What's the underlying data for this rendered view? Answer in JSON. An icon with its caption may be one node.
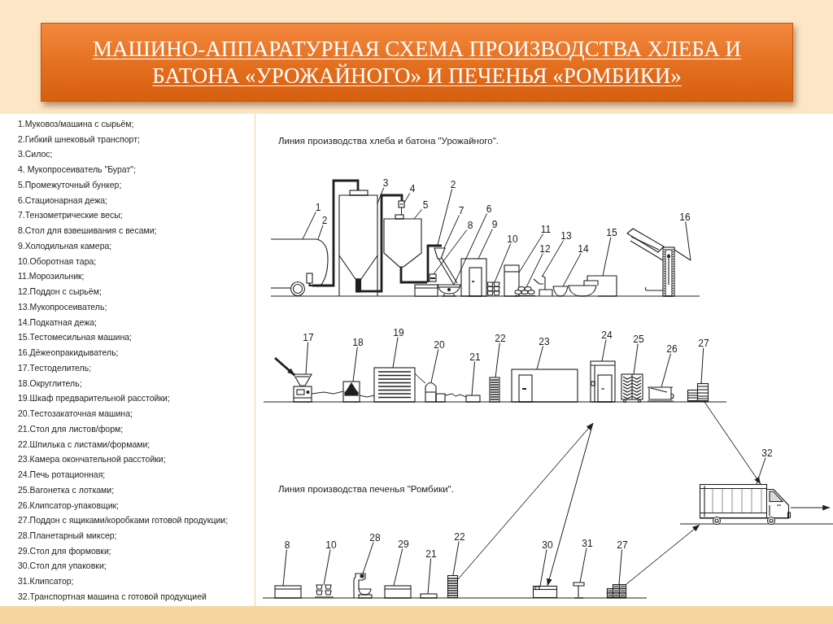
{
  "diagram": {
    "title": "МАШИНО-АППАРАТУРНАЯ СХЕМА ПРОИЗВОДСТВА ХЛЕБА И БАТОНА «УРОЖАЙНОГО» И ПЕЧЕНЬЯ «РОМБИКИ»",
    "nodes": [
      {
        "text": [
          "1"
        ]
      },
      {
        "text": [],
        "shape": "picture"
      },
      {
        "text": [
          "2"
        ]
      },
      {
        "text": [],
        "shape": "picture"
      },
      {
        "text": [
          "3"
        ]
      },
      {
        "text": [],
        "shape": "picture"
      },
      {
        "text": [
          "4"
        ]
      },
      {
        "text": [],
        "shape": "picture"
      },
      {
        "text": [
          "2"
        ]
      },
      {
        "text": [],
        "shape": "picture"
      },
      {
        "text": [
          "5"
        ]
      },
      {
        "text": [],
        "shape": "picture"
      },
      {
        "text": [
          "7"
        ]
      },
      {
        "text": [],
        "shape": "picture"
      },
      {
        "text": [
          "6"
        ]
      },
      {
        "text": [],
        "shape": "picture"
      },
      {
        "text": [
          "8"
        ]
      },
      {
        "text": [],
        "shape": "picture"
      },
      {
        "text": [
          "9"
        ]
      },
      {
        "text": [],
        "shape": "picture"
      },
      {
        "text": [
          "10"
        ]
      },
      {
        "text": [],
        "shape": "picture"
      },
      {
        "text": [
          "11"
        ]
      },
      {
        "text": [],
        "shape": "picture"
      },
      {
        "text": [
          "12"
        ]
      },
      {
        "text": [],
        "shape": "picture"
      },
      {
        "text": [
          "13"
        ]
      },
      {
        "text": [],
        "shape": "picture"
      },
      {
        "text": [
          "14"
        ]
      },
      {
        "text": [],
        "shape": "picture"
      },
      {
        "text": [
          "15"
        ]
      },
      {
        "text": [],
        "shape": "picture"
      },
      {
        "text": [
          "16"
        ]
      },
      {
        "text": [],
        "shape": "picture"
      },
      {
        "text": [
          "17"
        ]
      },
      {
        "text": [],
        "shape": "picture"
      },
      {
        "text": [
          "18"
        ]
      },
      {
        "text": [],
        "shape": "picture"
      },
      {
        "text": [
          "19"
        ]
      },
      {
        "text": [],
        "shape": "picture"
      },
      {
        "text": [
          "20"
        ]
      },
      {
        "text": [],
        "shape": "picture"
      },
      {
        "text": [
          "21"
        ]
      },
      {
        "text": [],
        "shape": "box"
      },
      {
        "text": [
          "22"
        ]
      },
      {
        "text": [],
        "shape": "picture"
      },
      {
        "text": [
          "23"
        ]
      },
      {
        "text": [],
        "shape": "picture"
      },
      {
        "text": [
          "24"
        ]
      },
      {
        "text": [],
        "shape": "picture"
      },
      {
        "text": [
          "25"
        ]
      },
      {
        "text": [],
        "shape": "picture"
      },
      {
        "text": [
          "26"
        ]
      },
      {
        "text": [],
        "shape": "picture"
      },
      {
        "text": [
          "27"
        ]
      },
      {
        "text": [],
        "shape": "picture"
      },
      {
        "text": [
          "8"
        ]
      },
      {
        "text": [],
        "shape": "picture"
      },
      {
        "text": [
          "10"
        ]
      },
      {
        "text": [],
        "shape": "picture"
      },
      {
        "text": [
          "28"
        ]
      },
      {
        "text": [],
        "shape": "picture"
      },
      {
        "text": [
          "29"
        ]
      },
      {
        "text": [],
        "shape": "picture"
      },
      {
        "text": [
          "21"
        ]
      },
      {
        "text": [],
        "shape": "box"
      },
      {
        "text": [
          "22"
        ]
      },
      {
        "text": [],
        "shape": "picture"
      },
      {
        "text": [
          "30"
        ]
      },
      {
        "text": [],
        "shape": "picture"
      },
      {
        "text": [
          "31"
        ]
      },
      {
        "text": [],
        "shape": "picture"
      },
      {
        "text": [
          "27"
        ]
      },
      {
        "text": [],
        "shape": "picture"
      },
      {
        "text": [
          "32"
        ]
      },
      {
        "text": [],
        "shape": "picture"
      }
    ],
    "edges": [
      {
        "from": 0,
        "to": 1,
        "arrow": "none"
      },
      {
        "from": 2,
        "to": 3,
        "arrow": "none"
      },
      {
        "from": 4,
        "to": 5,
        "arrow": "none"
      },
      {
        "from": 6,
        "to": 7,
        "arrow": "none"
      },
      {
        "from": 8,
        "to": 9,
        "arrow": "none"
      },
      {
        "from": 10,
        "to": 11,
        "arrow": "none"
      },
      {
        "from": 12,
        "to": 13,
        "arrow": "none"
      },
      {
        "from": 14,
        "to": 15,
        "arrow": "none"
      },
      {
        "from": 16,
        "to": 17,
        "arrow": "none"
      },
      {
        "from": 18,
        "to": 19,
        "arrow": "none"
      },
      {
        "from": 20,
        "to": 21,
        "arrow": "none"
      },
      {
        "from": 22,
        "to": 23,
        "arrow": "none"
      },
      {
        "from": 24,
        "to": 25,
        "arrow": "none"
      },
      {
        "from": 26,
        "to": 27,
        "arrow": "none"
      },
      {
        "from": 28,
        "to": 29,
        "arrow": "none"
      },
      {
        "from": 30,
        "to": 31,
        "arrow": "none"
      },
      {
        "from": 32,
        "to": 33,
        "arrow": "none"
      },
      {
        "from": 34,
        "to": 35,
        "arrow": "none"
      },
      {
        "from": 36,
        "to": 37,
        "arrow": "none"
      },
      {
        "from": 38,
        "to": 39,
        "arrow": "none"
      },
      {
        "from": 40,
        "to": 41,
        "arrow": "none"
      },
      {
        "from": 42,
        "to": 43,
        "arrow": "none"
      },
      {
        "from": 44,
        "to": 45,
        "arrow": "none"
      },
      {
        "from": 46,
        "to": 47,
        "arrow": "none"
      },
      {
        "from": 48,
        "to": 49,
        "arrow": "none"
      },
      {
        "from": 50,
        "to": 51,
        "arrow": "none"
      },
      {
        "from": 52,
        "to": 53,
        "arrow": "none"
      },
      {
        "from": 54,
        "to": 55,
        "arrow": "none"
      },
      {
        "from": 56,
        "to": 57,
        "arrow": "none"
      },
      {
        "from": 58,
        "to": 59,
        "arrow": "none"
      },
      {
        "from": 60,
        "to": 61,
        "arrow": "none"
      },
      {
        "from": 62,
        "to": 63,
        "arrow": "none"
      },
      {
        "from": 64,
        "to": 65,
        "arrow": "none"
      },
      {
        "from": 66,
        "to": 67,
        "arrow": "none"
      },
      {
        "from": 68,
        "to": 69,
        "arrow": "none"
      },
      {
        "from": 70,
        "to": 71,
        "arrow": "none"
      },
      {
        "from": 72,
        "to": 73,
        "arrow": "none"
      },
      {
        "from": 74,
        "to": 75,
        "arrow": "none"
      },
      {
        "from": 1,
        "to": 5,
        "arrow": "none",
        "style": "thick"
      },
      {
        "from": 5,
        "to": 7,
        "arrow": "none",
        "style": "thick"
      },
      {
        "from": 7,
        "to": 11,
        "arrow": "none"
      },
      {
        "from": 11,
        "to": 9,
        "arrow": "none",
        "style": "thick"
      },
      {
        "from": 35,
        "to": 37,
        "arrow": "none"
      },
      {
        "from": 37,
        "to": 39,
        "arrow": "none"
      },
      {
        "from": 39,
        "to": 41,
        "arrow": "none"
      },
      {
        "from": 41,
        "to": 43,
        "arrow": "none"
      },
      {
        "from": null,
        "to": 35,
        "arrow": "to",
        "style": "thick"
      },
      {
        "from": 67,
        "to": null,
        "arrow": "to"
      },
      {
        "from": null,
        "to": 69,
        "arrow": "to"
      },
      {
        "from": 55,
        "to": 75,
        "arrow": "to"
      },
      {
        "from": 73,
        "to": 75,
        "arrow": "to"
      },
      {
        "from": 75,
        "to": null,
        "arrow": "to"
      }
    ],
    "labels": [
      "1.Муковоз/машина с сырьём;",
      "2.Гибкий шнековый транспорт;",
      "3.Силос;",
      "4. Мукопросеиватель \"Бурат\";",
      "5.Промежуточный бункер;",
      "6.Стационарная дежа;",
      "7.Тензометрические весы;",
      "8.Стол для взвешивания с весами;",
      "9.Холодильная камера;",
      "10.Оборотная тара;",
      "11.Морозильник;",
      "12.Поддон с сырьём;",
      "13.Мукопросеиватель;",
      "14.Подкатная дежа;",
      "15.Тестомесильная машина;",
      "16.Дёжеопракидыватель;",
      "17.Тестоделитель;",
      "18.Округлитель;",
      "19.Шкаф предварительной расстойки;",
      "20.Тестозакаточная машина;",
      "21.Стол для листов/форм;",
      "22.Шпилька с листами/формами;",
      "23.Камера окончательной расстойки;",
      "24.Печь ротационная;",
      "25.Вагонетка с лотками;",
      "26.Клипсатор-упаковщик;",
      "27.Поддон с ящиками/коробками готовой продукции;",
      "28.Планетарный миксер;",
      "29.Стол для формовки;",
      "30.Стол для упаковки;",
      "31.Клипсатор;",
      "32.Транспортная машина с готовой продукцией",
      "Линия производства хлеба и батона \"Урожайного\".",
      "Линия производства печенья \"Ромбики\"."
    ]
  }
}
